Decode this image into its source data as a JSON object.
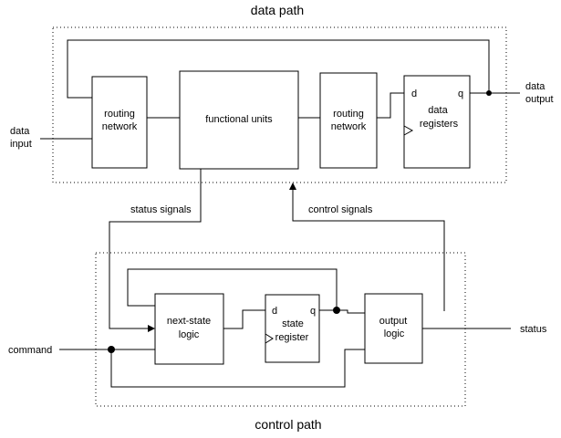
{
  "data_path": {
    "title": "data path",
    "routing_network_in": [
      "routing",
      "network"
    ],
    "functional_units": "functional units",
    "routing_network_out": [
      "routing",
      "network"
    ],
    "data_registers": {
      "lines": [
        "data",
        "registers"
      ],
      "d_port": "d",
      "q_port": "q"
    },
    "data_input": [
      "data",
      "input"
    ],
    "data_output": [
      "data",
      "output"
    ]
  },
  "status_signals": "status signals",
  "control_signals": "control signals",
  "control_path": {
    "title": "control path",
    "next_state_logic": [
      "next-state",
      "logic"
    ],
    "state_register": {
      "lines": [
        "state",
        "register"
      ],
      "d_port": "d",
      "q_port": "q"
    },
    "output_logic": [
      "output",
      "logic"
    ],
    "command": "command",
    "status": "status"
  }
}
